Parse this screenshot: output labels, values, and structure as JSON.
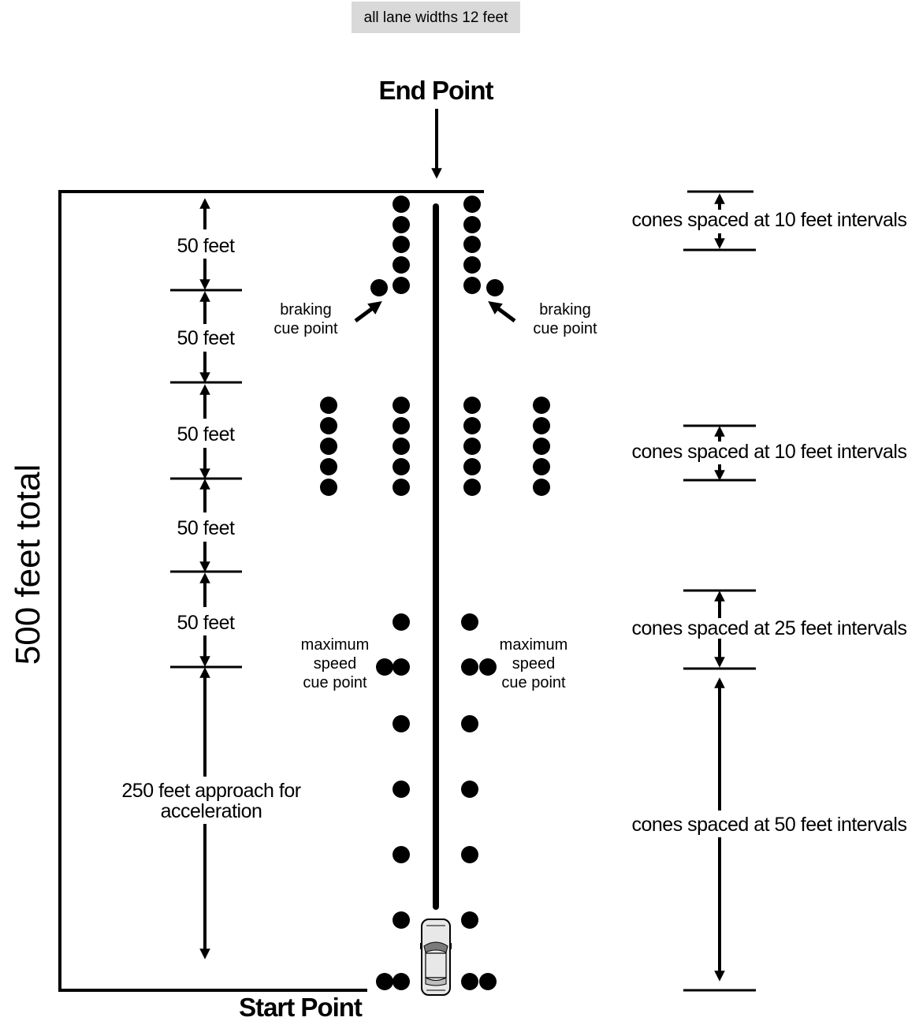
{
  "header_note": "all lane widths 12 feet",
  "end_label": "End Point",
  "start_label": "Start Point",
  "total_label": "500 feet total",
  "segment_label": "50 feet",
  "approach_label": [
    "250 feet approach for",
    "acceleration"
  ],
  "braking_cue": [
    "braking",
    "cue point"
  ],
  "max_speed_cue": [
    "maximum",
    "speed",
    "cue point"
  ],
  "spacing_labels": {
    "top": "cones spaced at 10 feet intervals",
    "middle": "cones spaced at 10 feet intervals",
    "lower": "cones spaced at 25 feet intervals",
    "bottom": "cones spaced at 50 feet intervals"
  },
  "colors": {
    "ink": "#000000",
    "note_bg": "#d9d9d9",
    "car_body": "#e8e8e8",
    "car_glass": "#7a7a7a"
  },
  "icon": "car-icon"
}
